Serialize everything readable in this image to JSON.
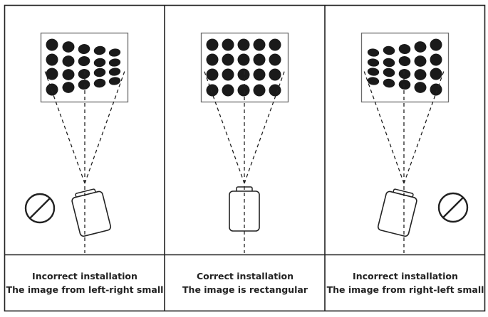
{
  "colors": {
    "line": "#222222",
    "dot": "#1a1a1a",
    "box_border": "#6b6b6b",
    "background": "#ffffff"
  },
  "panels": [
    {
      "id": "left",
      "status": "Incorrect installation",
      "description": "The image from left-right small",
      "camera_tilt": "left",
      "prohibited": true,
      "prohibit_position": "left-of-camera",
      "distortion": "left side large, right side small"
    },
    {
      "id": "center",
      "status": "Correct installation",
      "description": "The image is rectangular",
      "camera_tilt": "none",
      "prohibited": false,
      "distortion": "none"
    },
    {
      "id": "right",
      "status": "Incorrect installation",
      "description": "The image from right-left small",
      "camera_tilt": "right",
      "prohibited": true,
      "prohibit_position": "right-of-camera",
      "distortion": "right side large, left side small"
    }
  ],
  "dot_grid": {
    "rows": 4,
    "columns": 5
  },
  "icons": [
    "camera-icon",
    "prohibit-icon",
    "dot-grid-image"
  ]
}
